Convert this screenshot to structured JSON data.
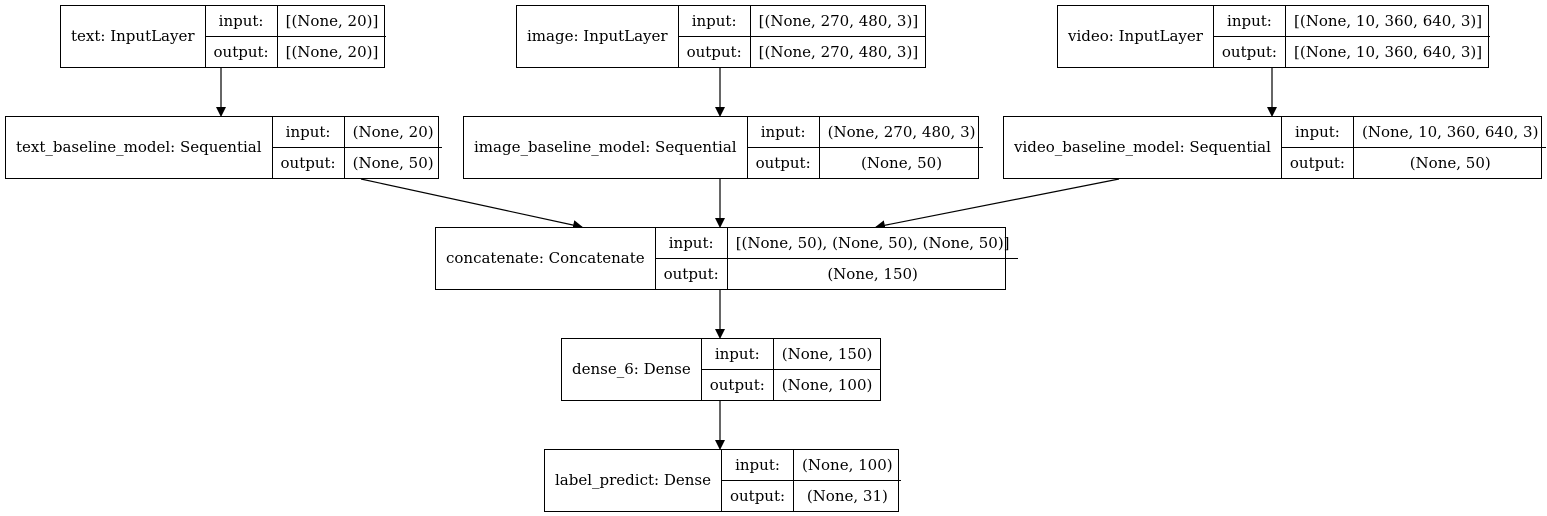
{
  "nodes": [
    {
      "id": "text",
      "name": "text: InputLayer",
      "input_label": "input:",
      "output_label": "output:",
      "input": "[(None, 20)]",
      "output": "[(None, 20)]"
    },
    {
      "id": "image",
      "name": "image: InputLayer",
      "input_label": "input:",
      "output_label": "output:",
      "input": "[(None, 270, 480, 3)]",
      "output": "[(None, 270, 480, 3)]"
    },
    {
      "id": "video",
      "name": "video: InputLayer",
      "input_label": "input:",
      "output_label": "output:",
      "input": "[(None, 10, 360, 640, 3)]",
      "output": "[(None, 10, 360, 640, 3)]"
    },
    {
      "id": "text_baseline_model",
      "name": "text_baseline_model: Sequential",
      "input_label": "input:",
      "output_label": "output:",
      "input": "(None, 20)",
      "output": "(None, 50)"
    },
    {
      "id": "image_baseline_model",
      "name": "image_baseline_model: Sequential",
      "input_label": "input:",
      "output_label": "output:",
      "input": "(None, 270, 480, 3)",
      "output": "(None, 50)"
    },
    {
      "id": "video_baseline_model",
      "name": "video_baseline_model: Sequential",
      "input_label": "input:",
      "output_label": "output:",
      "input": "(None, 10, 360, 640, 3)",
      "output": "(None, 50)"
    },
    {
      "id": "concatenate",
      "name": "concatenate: Concatenate",
      "input_label": "input:",
      "output_label": "output:",
      "input": "[(None, 50), (None, 50), (None, 50)]",
      "output": "(None, 150)"
    },
    {
      "id": "dense_6",
      "name": "dense_6: Dense",
      "input_label": "input:",
      "output_label": "output:",
      "input": "(None, 150)",
      "output": "(None, 100)"
    },
    {
      "id": "label_predict",
      "name": "label_predict: Dense",
      "input_label": "input:",
      "output_label": "output:",
      "input": "(None, 100)",
      "output": "(None, 31)"
    }
  ],
  "edges": [
    {
      "from": "text",
      "to": "text_baseline_model"
    },
    {
      "from": "image",
      "to": "image_baseline_model"
    },
    {
      "from": "video",
      "to": "video_baseline_model"
    },
    {
      "from": "text_baseline_model",
      "to": "concatenate"
    },
    {
      "from": "image_baseline_model",
      "to": "concatenate"
    },
    {
      "from": "video_baseline_model",
      "to": "concatenate"
    },
    {
      "from": "concatenate",
      "to": "dense_6"
    },
    {
      "from": "dense_6",
      "to": "label_predict"
    }
  ]
}
